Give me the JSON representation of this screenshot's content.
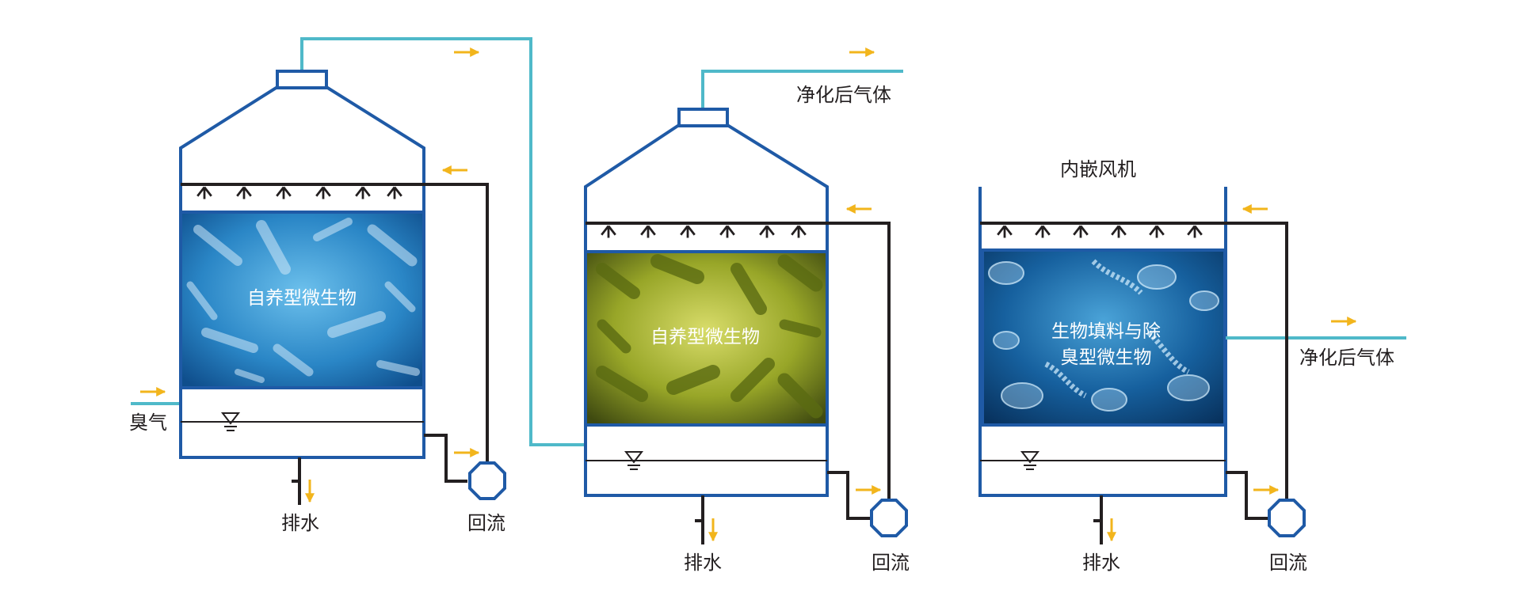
{
  "colors": {
    "vessel_outline": "#1f5aa6",
    "gas_pipe": "#4fb9c9",
    "water_pipe": "#231f20",
    "flow_arrow": "#f2b51c",
    "media_blue": "#1f7fbf",
    "media_green": "#8a9a1e",
    "media_deep_blue": "#0f4f86"
  },
  "icons": {
    "flow_arrow": "arrow-right-icon",
    "spray_nozzle": "nozzle-icon",
    "water_level": "water-level-icon",
    "pump": "pump-octagon-icon",
    "drain_valve": "valve-icon"
  },
  "tower1": {
    "inlet_label": "臭气",
    "media_label": "自养型微生物",
    "drain_label": "排水",
    "reflux_label": "回流"
  },
  "tower2": {
    "outlet_label": "净化后气体",
    "media_label": "自养型微生物",
    "drain_label": "排水",
    "reflux_label": "回流"
  },
  "tower3": {
    "fan_label": "内嵌风机",
    "outlet_label": "净化后气体",
    "media_label_line1": "生物填料与除",
    "media_label_line2": "臭型微生物",
    "drain_label": "排水",
    "reflux_label": "回流"
  }
}
